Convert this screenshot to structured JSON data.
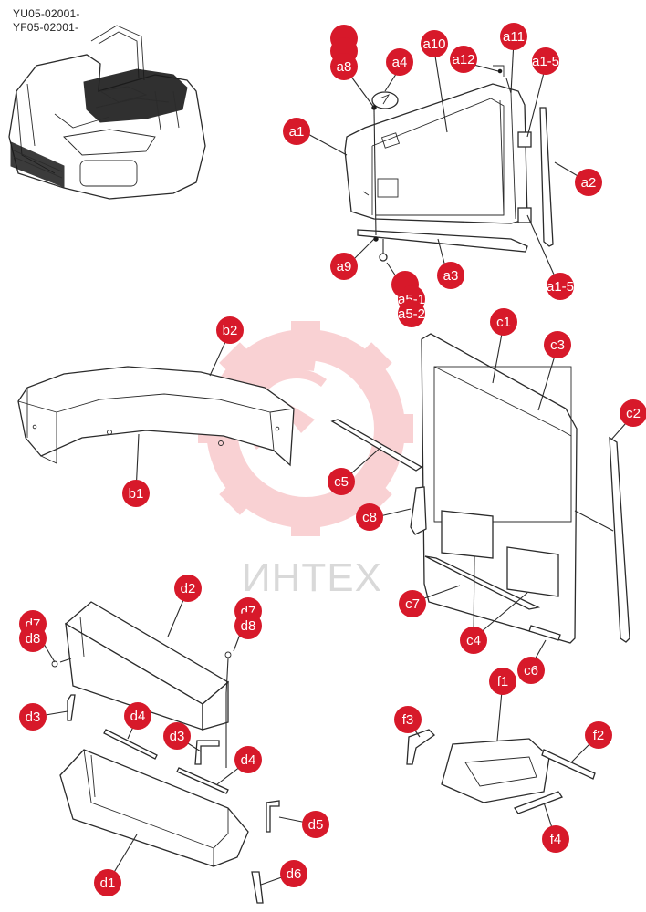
{
  "serials": [
    "YU05-02001-",
    "YF05-02001-"
  ],
  "watermark": {
    "text": "ИНТЕХ",
    "color": "#e8323c"
  },
  "callout_color": "#d7192a",
  "callouts": [
    {
      "id": "a8-top-1",
      "label": ""
    },
    {
      "id": "a8-top-2",
      "label": ""
    },
    {
      "id": "a8",
      "label": "a8"
    },
    {
      "id": "a4",
      "label": "a4"
    },
    {
      "id": "a10",
      "label": "a10"
    },
    {
      "id": "a12",
      "label": "a12"
    },
    {
      "id": "a11",
      "label": "a11"
    },
    {
      "id": "a1-5-top",
      "label": "a1-5"
    },
    {
      "id": "a1",
      "label": "a1"
    },
    {
      "id": "a2",
      "label": "a2"
    },
    {
      "id": "a9",
      "label": "a9"
    },
    {
      "id": "a3",
      "label": "a3"
    },
    {
      "id": "a1-5-bottom",
      "label": "a1-5"
    },
    {
      "id": "a5-blank",
      "label": ""
    },
    {
      "id": "a5-1",
      "label": "a5-1"
    },
    {
      "id": "a5-2",
      "label": "a5-2"
    },
    {
      "id": "b2",
      "label": "b2"
    },
    {
      "id": "b1",
      "label": "b1"
    },
    {
      "id": "c1",
      "label": "c1"
    },
    {
      "id": "c3",
      "label": "c3"
    },
    {
      "id": "c2",
      "label": "c2"
    },
    {
      "id": "c5",
      "label": "c5"
    },
    {
      "id": "c8",
      "label": "c8"
    },
    {
      "id": "c7",
      "label": "c7"
    },
    {
      "id": "c4",
      "label": "c4"
    },
    {
      "id": "c6",
      "label": "c6"
    },
    {
      "id": "d2",
      "label": "d2"
    },
    {
      "id": "d7-left",
      "label": "d7"
    },
    {
      "id": "d8-left",
      "label": "d8"
    },
    {
      "id": "d7-right",
      "label": "d7"
    },
    {
      "id": "d8-right",
      "label": "d8"
    },
    {
      "id": "d3-left",
      "label": "d3"
    },
    {
      "id": "d4-top",
      "label": "d4"
    },
    {
      "id": "d3-mid",
      "label": "d3"
    },
    {
      "id": "d4-right",
      "label": "d4"
    },
    {
      "id": "d5",
      "label": "d5"
    },
    {
      "id": "d6",
      "label": "d6"
    },
    {
      "id": "d1",
      "label": "d1"
    },
    {
      "id": "f1",
      "label": "f1"
    },
    {
      "id": "f3",
      "label": "f3"
    },
    {
      "id": "f2",
      "label": "f2"
    },
    {
      "id": "f4",
      "label": "f4"
    }
  ]
}
